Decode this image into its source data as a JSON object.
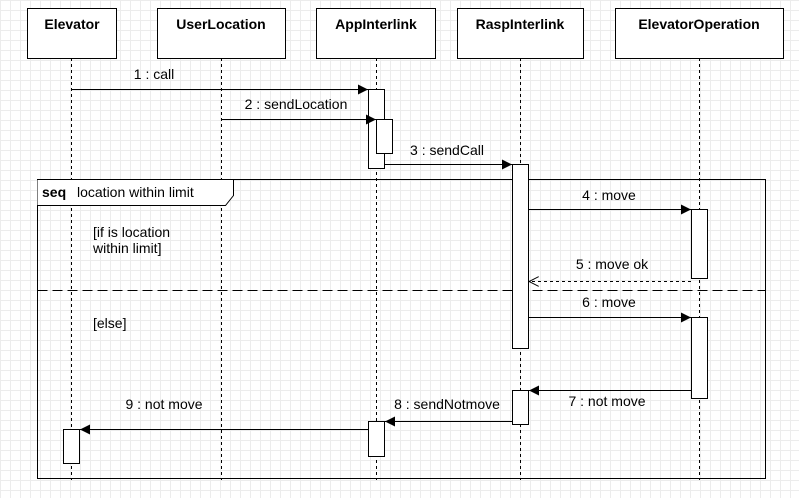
{
  "participants": [
    {
      "name": "Elevator"
    },
    {
      "name": "UserLocation"
    },
    {
      "name": "AppInterlink"
    },
    {
      "name": "RaspInterlink"
    },
    {
      "name": "ElevatorOperation"
    }
  ],
  "fragment": {
    "keyword": "seq",
    "title": "location within limit",
    "guard1_line1": "[if is location",
    "guard1_line2": "within limit]",
    "guard2": "[else]"
  },
  "messages": [
    {
      "label": "1 : call",
      "type": "sync"
    },
    {
      "label": "2 : sendLocation",
      "type": "sync"
    },
    {
      "label": "3 : sendCall",
      "type": "sync"
    },
    {
      "label": "4 : move",
      "type": "sync"
    },
    {
      "label": "5 : move ok",
      "type": "return"
    },
    {
      "label": "6 : move",
      "type": "sync"
    },
    {
      "label": "7 : not move",
      "type": "sync"
    },
    {
      "label": "8 : sendNotmove",
      "type": "sync"
    },
    {
      "label": "9 : not move",
      "type": "sync"
    }
  ]
}
